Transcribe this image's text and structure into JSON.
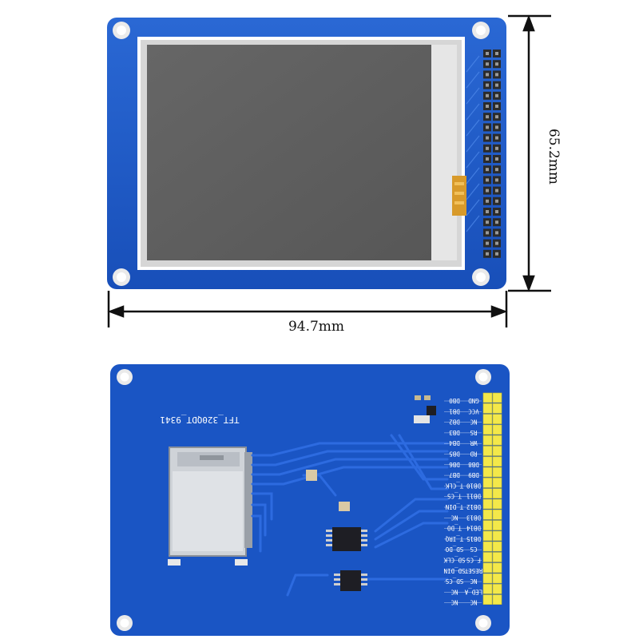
{
  "dimensions": {
    "width_label": "94.7mm",
    "height_label": "65.2mm"
  },
  "back": {
    "model_text": "TFT_320QDT_9341",
    "pin_labels": [
      "GND",
      "VCC",
      "NC",
      "RS",
      "WR",
      "RD",
      "DB8",
      "DB9",
      "DB10",
      "DB11",
      "DB12",
      "DB13",
      "DB14",
      "DB15",
      "CS",
      "F_CS",
      "RESET",
      "NC",
      "LED_A",
      "NC"
    ],
    "side_labels": [
      "DB0",
      "DB1",
      "DB2",
      "DB3",
      "DB4",
      "DB5",
      "DB6",
      "DB7",
      "T_CLK",
      "T_CS",
      "T_DIN",
      "NC",
      "T_DO",
      "T_IRQ",
      "SD_DO",
      "SD_CLK",
      "SD_DIN",
      "SD_CS",
      "NC",
      "NC"
    ]
  },
  "colors": {
    "pcb_front": "#1f5cc8",
    "pcb_back": "#1a55c4",
    "screen": "#5c5c5c",
    "header_pin": "#f3e84a"
  }
}
